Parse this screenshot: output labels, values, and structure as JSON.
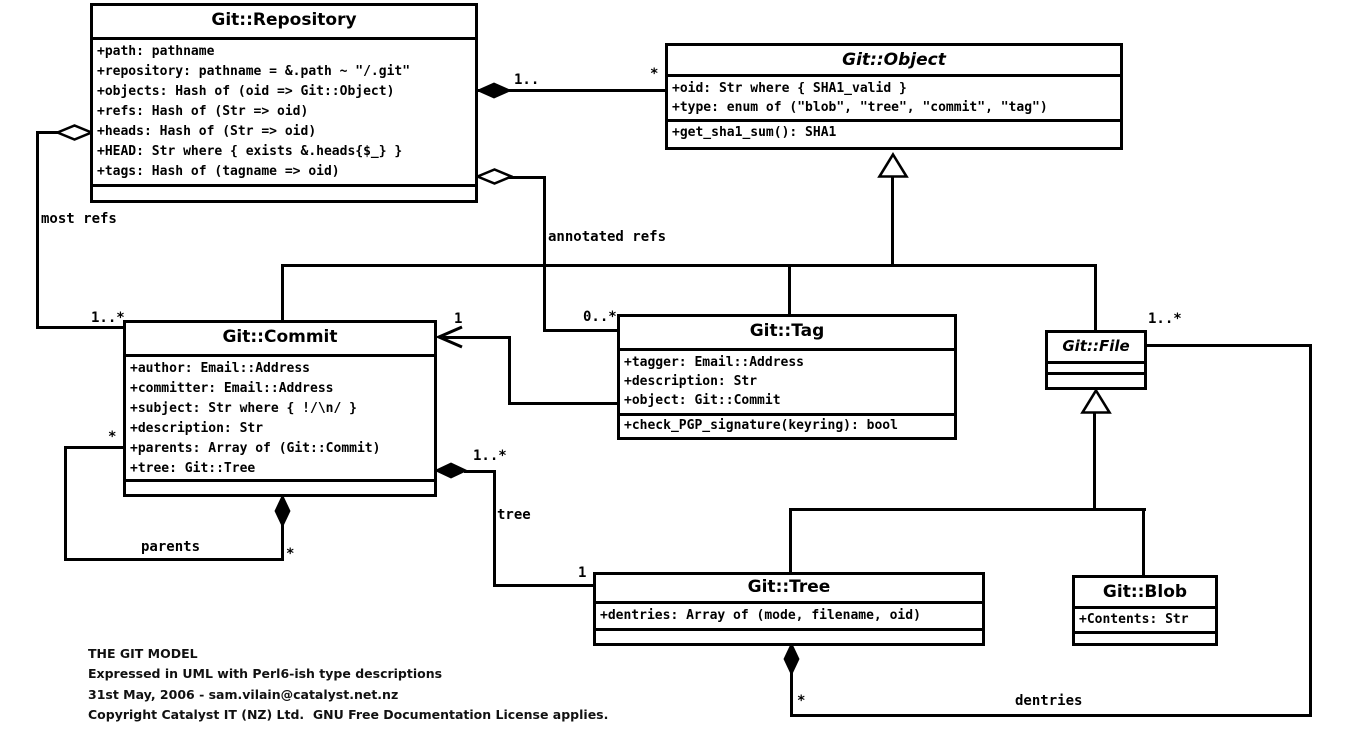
{
  "diagram": {
    "classes": {
      "repository": {
        "name": "Git::Repository",
        "attributes": [
          "+path: pathname",
          "+repository: pathname = &.path ~ \"/.git\"",
          "+objects: Hash of (oid => Git::Object)",
          "+refs: Hash of (Str => oid)",
          "+heads: Hash of (Str => oid)",
          "+HEAD: Str where { exists &.heads{$_} }",
          "+tags: Hash of (tagname => oid)"
        ],
        "methods": []
      },
      "object": {
        "name": "Git::Object",
        "abstract": true,
        "attributes": [
          "+oid: Str where { SHA1_valid }",
          "+type: enum of (\"blob\", \"tree\", \"commit\", \"tag\")"
        ],
        "methods": [
          "+get_sha1_sum(): SHA1"
        ]
      },
      "commit": {
        "name": "Git::Commit",
        "attributes": [
          "+author: Email::Address",
          "+committer: Email::Address",
          "+subject: Str where { !/\\n/ }",
          "+description: Str",
          "+parents: Array of (Git::Commit)",
          "+tree: Git::Tree"
        ],
        "methods": []
      },
      "tag": {
        "name": "Git::Tag",
        "attributes": [
          "+tagger: Email::Address",
          "+description: Str",
          "+object: Git::Commit"
        ],
        "methods": [
          "+check_PGP_signature(keyring): bool"
        ]
      },
      "file": {
        "name": "Git::File",
        "abstract": true,
        "attributes": [],
        "methods": []
      },
      "tree": {
        "name": "Git::Tree",
        "attributes": [
          "+dentries: Array of (mode, filename, oid)"
        ],
        "methods": []
      },
      "blob": {
        "name": "Git::Blob",
        "attributes": [
          "+Contents: Str"
        ],
        "methods": []
      }
    },
    "labels": {
      "repo_object_source": "1..",
      "repo_object_target": "*",
      "most_refs": "most refs",
      "most_refs_mult": "1..*",
      "annotated_refs": "annotated refs",
      "annotated_refs_mult": "0..*",
      "tag_commit_mult": "1",
      "tree_label": "tree",
      "tree_source_mult": "1..*",
      "tree_target_mult": "1",
      "parents_label": "parents",
      "parents_mult_left": "*",
      "parents_mult_bottom": "*",
      "dentries_label": "dentries",
      "dentries_source_mult": "*",
      "dentries_target_mult": "1..*"
    },
    "glyphs": {
      "composition": "filled-diamond",
      "aggregation": "open-diamond",
      "generalization": "hollow-triangle",
      "association": "open-arrow"
    },
    "footer": {
      "lines": [
        "THE GIT MODEL",
        "Expressed in UML with Perl6-ish type descriptions",
        "31st May, 2006 - sam.vilain@catalyst.net.nz",
        "Copyright Catalyst IT (NZ) Ltd.  GNU Free Documentation License applies."
      ]
    }
  }
}
